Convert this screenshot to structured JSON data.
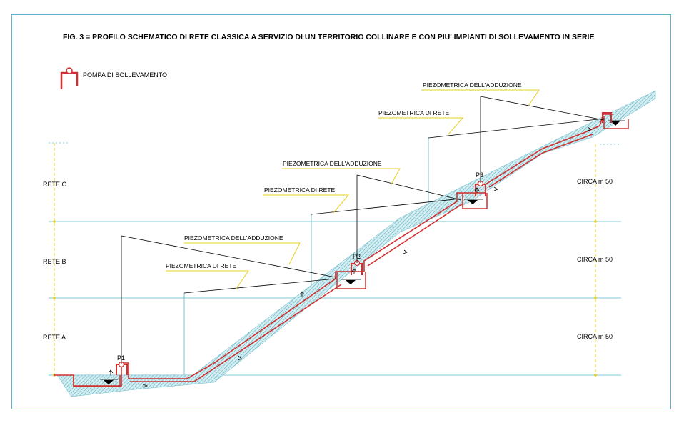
{
  "title": "FIG. 3  =  PROFILO SCHEMATICO DI RETE CLASSICA A SERVIZIO DI UN TERRITORIO COLLINARE E CON PIU' IMPIANTI DI SOLLEVAMENTO IN SERIE",
  "legend": {
    "label": "POMPA DI SOLLEVAMENTO",
    "symbol": "pump-symbol"
  },
  "zones": [
    {
      "label": "RETE A",
      "height": "CIRCA m 50"
    },
    {
      "label": "RETE B",
      "height": "CIRCA m 50"
    },
    {
      "label": "RETE C",
      "height": "CIRCA m 50"
    }
  ],
  "pumps": [
    "P1",
    "P2",
    "P3"
  ],
  "piezo": {
    "adduzione": "PIEZOMETRICA DELL'ADDUZIONE",
    "rete": "PIEZOMETRICA DI RETE"
  },
  "colors": {
    "pipe": "#d03030",
    "ground_hatch": "#9fd3db",
    "grid": "#58b6c6",
    "leader": "#e6d020",
    "line": "#000000"
  }
}
